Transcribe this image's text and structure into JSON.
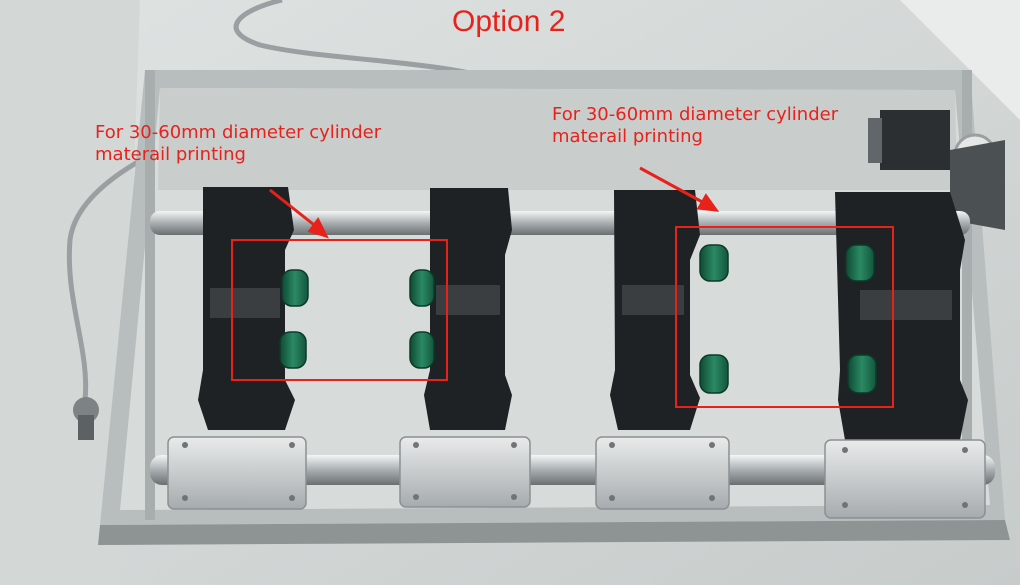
{
  "title": "Option 2",
  "annotations": {
    "left": {
      "line1": "For 30-60mm diameter cylinder",
      "line2": "materail printing"
    },
    "right": {
      "line1": "For 30-60mm diameter cylinder",
      "line2": "materail printing"
    }
  },
  "colors": {
    "annotation": "#e8211b",
    "wall": "#d6dbdb",
    "frame": "#9ea3a3",
    "bracket": "#1f2224",
    "roller": "#1f6b4f"
  }
}
